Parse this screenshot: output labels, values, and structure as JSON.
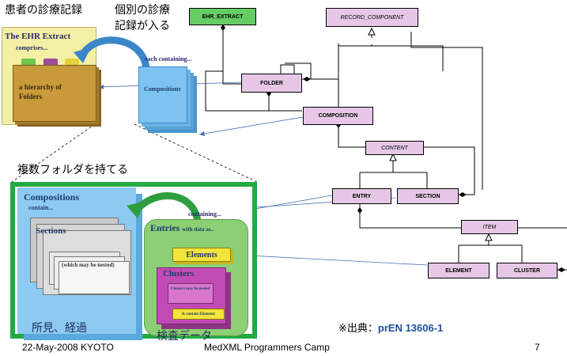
{
  "labels": {
    "patient_record": "患者の診療記録",
    "individual_record_line1": "個別の診療",
    "individual_record_line2": "記録が入る",
    "multiple_folders": "複数フォルダを持てる",
    "findings": "所見、経過",
    "lab_data": "検査データ",
    "source_prefix": "※出典：",
    "source_name": "prEN 13606-1"
  },
  "ehr_illustration": {
    "title": "The EHR Extract",
    "comprises": "comprises...",
    "folders_text": "a hierarchy of Folders",
    "each_containing": "each containing...",
    "compositions": "Compositions"
  },
  "composition_illustration": {
    "compositions": "Compositions",
    "contain": "contain...",
    "sections": "Sections",
    "nested": "(which may be nested)",
    "containing": "containing...",
    "entries": "Entries",
    "with_data": "with data as..",
    "elements": "Elements",
    "clusters": "Clusters",
    "clusters_nested": "Clusters may be nested",
    "contain_elements": "& contain Elements"
  },
  "uml": {
    "ehr_extract": "EHR_EXTRACT",
    "record_component": "RECORD_COMPONENT",
    "folder": "FOLDER",
    "composition": "COMPOSITION",
    "content": "CONTENT",
    "entry": "ENTRY",
    "section": "SECTION",
    "item": "ITEM",
    "element": "ELEMENT",
    "cluster": "CLUSTER"
  },
  "footer": {
    "date_place": "22-May-2008 KYOTO",
    "event": "MedXML Programmers Camp",
    "page": "7"
  },
  "colors": {
    "uml_class_fill": "#e6c8e6",
    "ehr_extract_fill": "#66cc66",
    "frame_green": "#22aa44",
    "source_blue": "#1f4e9a"
  }
}
